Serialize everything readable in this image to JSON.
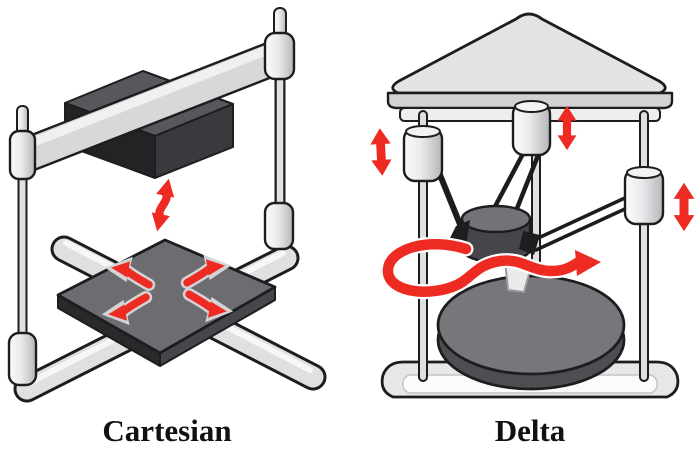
{
  "page": {
    "background": "#ffffff"
  },
  "labels": {
    "cartesian": "Cartesian",
    "delta": "Delta"
  },
  "colors": {
    "red": "#ee2b22",
    "outline": "#1d1d1f",
    "frame-light": "#e9e9ea",
    "frame-mid": "#d8d8da",
    "dark-top": "#58585c",
    "dark-front": "#232325",
    "dark-side": "#3a3a3e",
    "bed-top": "#6d6d71",
    "bed-side-l": "#2a2a2d",
    "bed-side-r": "#47474b",
    "delta-bed-top": "#77777b",
    "delta-bed-side": "#4e4e52",
    "label": "#111111"
  },
  "parts": {
    "cartesian": [
      "left-post",
      "right-post",
      "gantry-beam",
      "print-head",
      "z-motion-arrow",
      "cross-rails",
      "print-bed",
      "xy-motion-arrows"
    ],
    "delta": [
      "top-plate",
      "left-tower-rod",
      "back-tower-rod",
      "right-tower-rod",
      "carriages",
      "carriage-motion-arrows",
      "delta-arms",
      "effector",
      "effector-sweep-arrow",
      "round-bed",
      "base"
    ]
  }
}
